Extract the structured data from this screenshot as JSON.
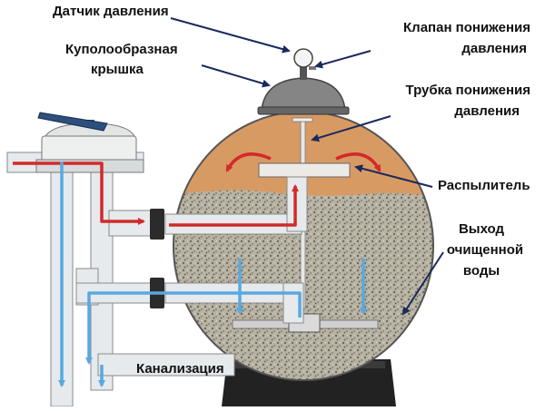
{
  "labels": {
    "pressure_sensor": "Датчик давления",
    "pressure_valve_line1": "Клапан понижения",
    "pressure_valve_line2": "давления",
    "dome_lid_line1": "Куполообразная",
    "dome_lid_line2": "крышка",
    "relief_tube_line1": "Трубка понижения",
    "relief_tube_line2": "давления",
    "sprayer": "Распылитель",
    "outlet_line1": "Выход",
    "outlet_line2": "очищенной",
    "outlet_line3": "воды",
    "sewage": "Канализация"
  },
  "colors": {
    "water_top": "#d99a62",
    "gravel": "#b5b0a0",
    "pipe": "#e4e8ea",
    "inflow_arrow": "#d22a2a",
    "outflow_arrow": "#5aa8e0",
    "base": "#1e1e1e",
    "dome": "#7a7a7a",
    "valve_body": "#2d4f7c"
  },
  "icons": [
    "arrow-icon",
    "pressure-gauge-icon",
    "valve-handle-icon"
  ]
}
